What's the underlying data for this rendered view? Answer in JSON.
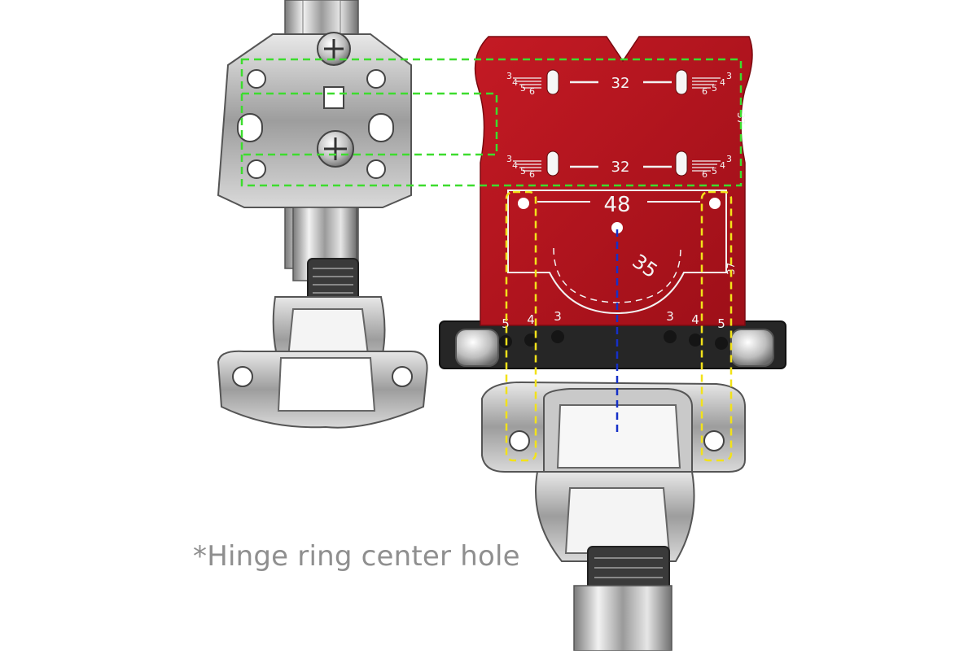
{
  "caption": "*Hinge ring center hole",
  "jig": {
    "spacing_top": "32",
    "spacing_bottom": "32",
    "scale_left": [
      "3",
      "4",
      "5",
      "6"
    ],
    "scale_right": [
      "6",
      "5",
      "4",
      "3"
    ],
    "side_mark_top": "37",
    "cup_spacing": "48",
    "cup_diameter": "35",
    "side_mark_bottom": "37",
    "offset_left": [
      "5",
      "4",
      "3"
    ],
    "offset_right": [
      "3",
      "4",
      "5"
    ]
  },
  "colors": {
    "jig_red": "#b5141d",
    "guide_green": "#3ddc2e",
    "guide_yellow": "#f2e21a",
    "guide_blue": "#1530c8",
    "caption_gray": "#8f8f8f"
  }
}
